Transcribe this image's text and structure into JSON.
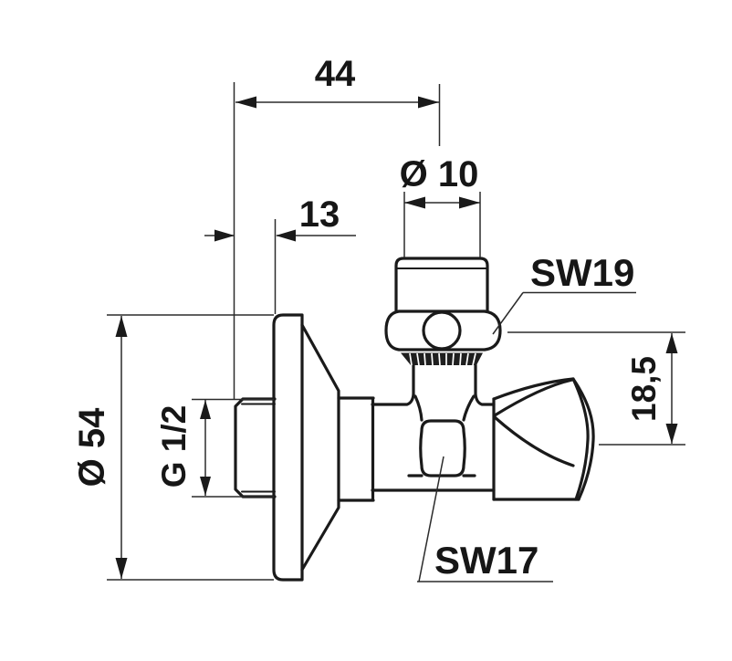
{
  "figure": {
    "kind": "technical-dimension-drawing",
    "subject": "angle-valve-side-view",
    "background_color": "#ffffff",
    "line_color": "#1a1a1a"
  },
  "labels": {
    "width_wall_to_spindle": "44",
    "spindle_diameter": "Ø 10",
    "flange_offset": "13",
    "bonnet_wrench_size": "SW19",
    "outlet_height": "18,5",
    "flange_diameter": "Ø 54",
    "thread_size": "G 1/2",
    "body_wrench_size": "SW17"
  }
}
